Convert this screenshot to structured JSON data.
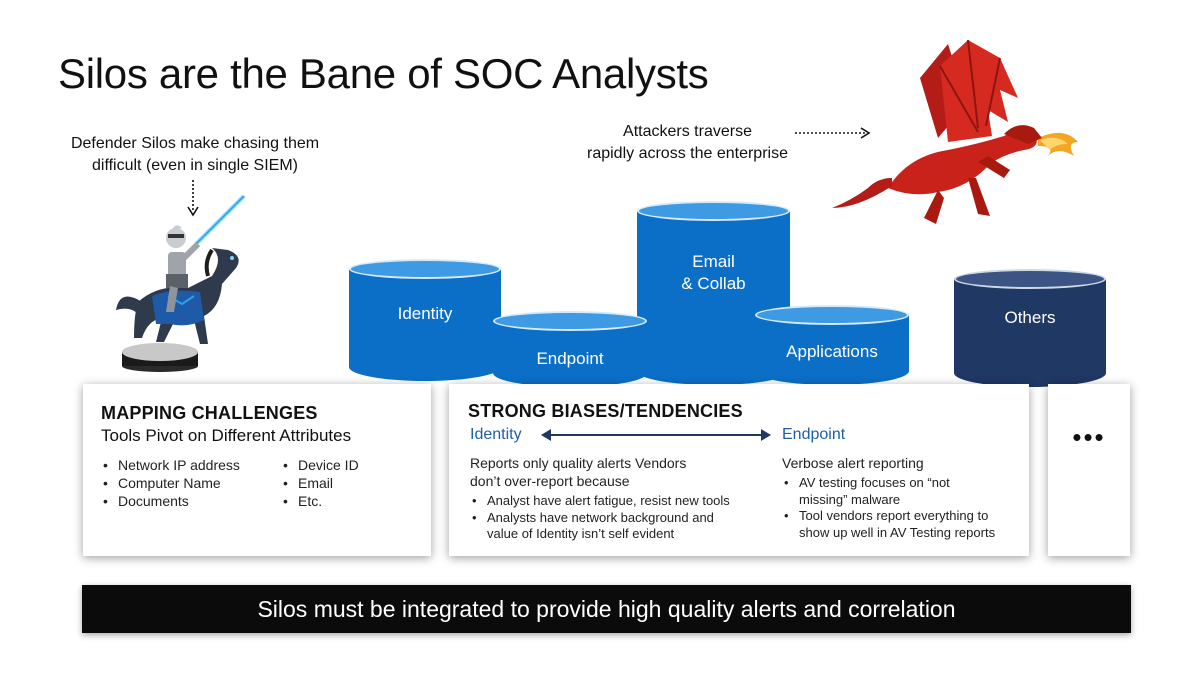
{
  "title": "Silos are the Bane of SOC Analysts",
  "defender_caption": [
    "Defender Silos make chasing them",
    "difficult (even in single SIEM)"
  ],
  "attacker_caption": [
    "Attackers traverse",
    "rapidly across the enterprise"
  ],
  "silos": {
    "identity": "Identity",
    "endpoint": "Endpoint",
    "email": [
      "Email",
      "& Collab"
    ],
    "applications": "Applications",
    "others": "Others"
  },
  "mapping": {
    "heading": "MAPPING CHALLENGES",
    "subheading": "Tools Pivot on Different Attributes",
    "col1": [
      "Network IP address",
      "Computer Name",
      "Documents"
    ],
    "col2": [
      "Device ID",
      "Email",
      "Etc."
    ]
  },
  "biases": {
    "heading": "STRONG BIASES/TENDENCIES",
    "identity": {
      "label": "Identity",
      "text": [
        "Reports only quality alerts Vendors",
        "don’t over-report because"
      ],
      "bullets": [
        [
          "Analyst have alert fatigue, resist new tools"
        ],
        [
          "Analysts have network background and",
          "value of Identity isn’t self evident"
        ]
      ]
    },
    "endpoint": {
      "label": "Endpoint",
      "text": "Verbose alert reporting",
      "bullets": [
        [
          "AV testing focuses on “not",
          "missing” malware"
        ],
        [
          "Tool vendors report everything to",
          "show up well in AV Testing reports"
        ]
      ]
    }
  },
  "more": "•••",
  "banner": "Silos must be integrated to provide high quality alerts and correlation",
  "colors": {
    "silo_blue": "#0b6fc7",
    "silo_navy": "#1f3864",
    "accent_blue": "#1f5ea6",
    "dragon": "#c9221b",
    "banner": "#0b0b0b"
  },
  "icons": [
    "knight-on-horse-icon",
    "dragon-icon",
    "double-arrow-icon",
    "dotted-arrow-icon"
  ]
}
